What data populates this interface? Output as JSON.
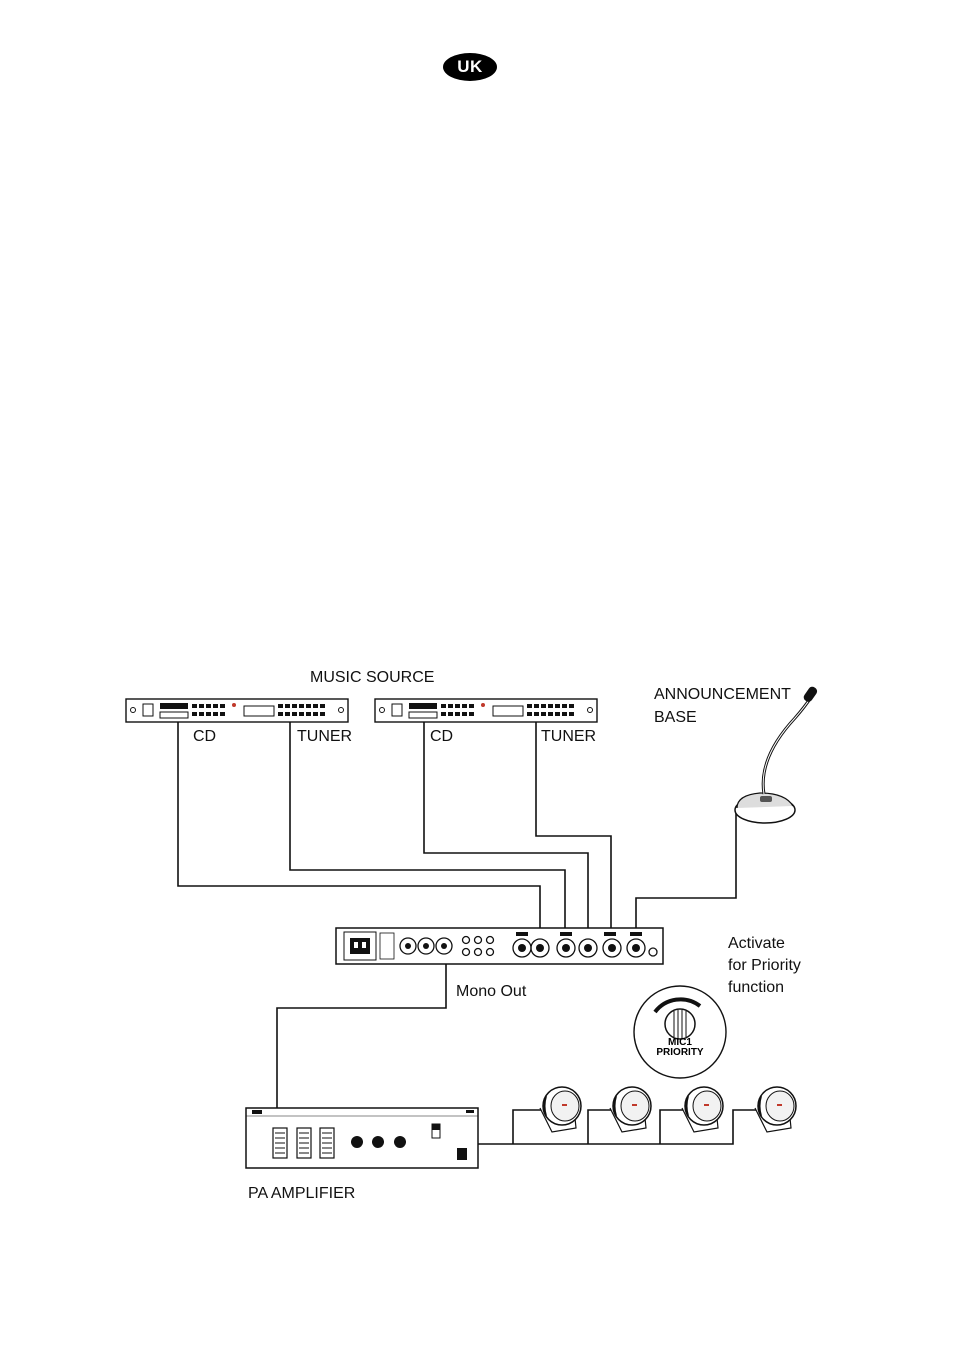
{
  "header": {
    "language_badge": "UK"
  },
  "labels": {
    "music_source": "MUSIC SOURCE",
    "cd_1": "CD",
    "tuner_1": "TUNER",
    "cd_2": "CD",
    "tuner_2": "TUNER",
    "announcement_base": "ANNOUNCEMENT\nBASE",
    "activate_priority": "Activate\nfor Priority\nfunction",
    "mono_out": "Mono Out",
    "pa_amplifier": "PA AMPLIFIER",
    "knob_label_1": "MIC1",
    "knob_label_2": "PRIORITY"
  },
  "colors": {
    "line": "#111111",
    "badge": "#000000",
    "speaker_accent": "#c0392b"
  },
  "icons": [
    "microphone-icon",
    "speaker-icon",
    "knob-icon",
    "rack-unit-icon",
    "amplifier-icon"
  ]
}
